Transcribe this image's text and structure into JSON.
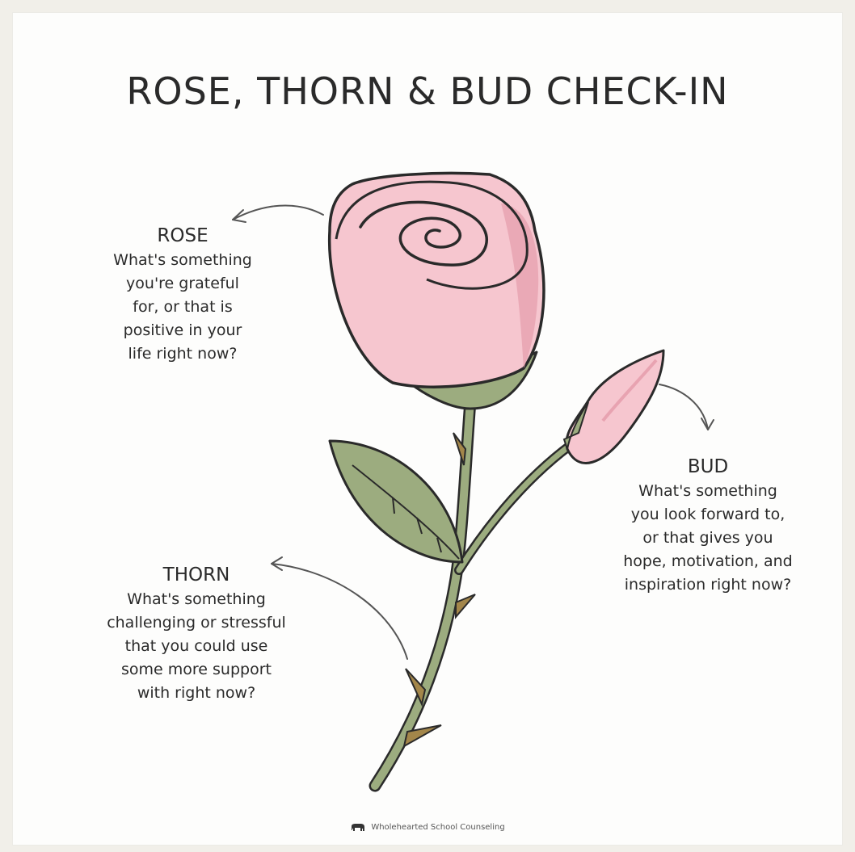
{
  "title": "ROSE, THORN & BUD CHECK-IN",
  "sections": {
    "rose": {
      "heading": "ROSE",
      "lines": [
        "What's something",
        "you're grateful",
        "for, or that is",
        "positive in your",
        "life right now?"
      ]
    },
    "bud": {
      "heading": "BUD",
      "lines": [
        "What's something",
        "you look forward to,",
        "or that gives you",
        "hope, motivation, and",
        "inspiration right now?"
      ]
    },
    "thorn": {
      "heading": "THORN",
      "lines": [
        "What's something",
        "challenging or stressful",
        "that you could use",
        "some more support",
        "with right now?"
      ]
    }
  },
  "footer": {
    "credit": "Wholehearted School Counseling",
    "icon": "elephant-icon"
  },
  "colors": {
    "petal": "#f6c6cf",
    "petal_shadow": "#e8a3b1",
    "leaf": "#9cac7f",
    "thorn": "#a3864a",
    "ink": "#2a2a2a"
  }
}
